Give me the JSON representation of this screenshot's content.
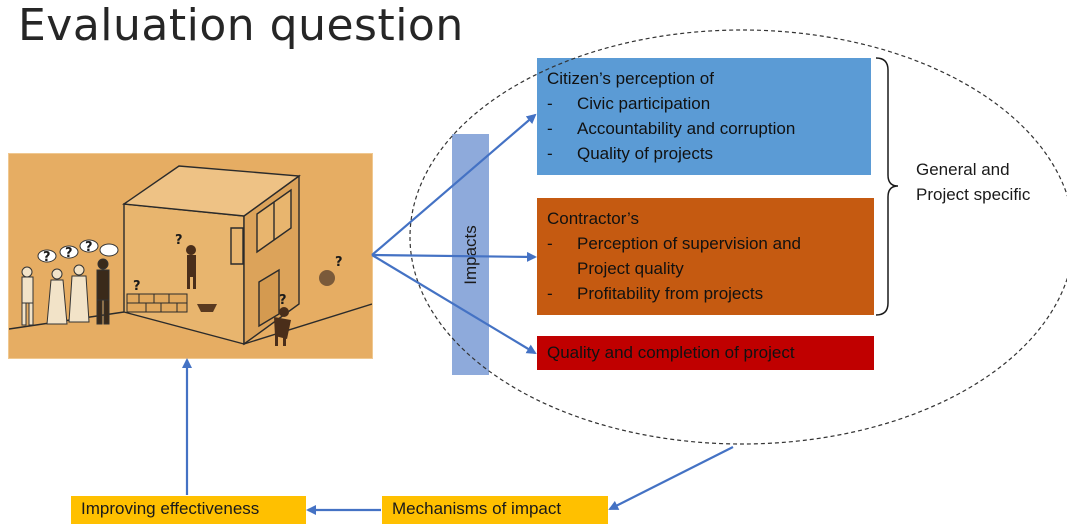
{
  "title": "Evaluation question",
  "impacts_label": "Impacts",
  "citizen_box": {
    "heading": "Citizen’s perception of",
    "items": [
      "Civic participation",
      "Accountability and corruption",
      "Quality of projects"
    ]
  },
  "contractor_box": {
    "heading": "Contractor’s",
    "item1_line1": "Perception of supervision and",
    "item1_line2": "Project quality",
    "item2": "Profitability from projects"
  },
  "quality_box": "Quality and completion of project",
  "bracket_label": {
    "line1": "General and",
    "line2": "Project specific"
  },
  "mechanisms_label": "Mechanisms of impact",
  "improving_label": "Improving effectiveness",
  "bullet": "-",
  "colors": {
    "citizen": "#5b9bd5",
    "contractor": "#c55a11",
    "quality": "#c00000",
    "impacts": "#8eaadb",
    "yellow": "#ffc000",
    "illustration_bg": "#e6ad63",
    "arrow": "#4472c4"
  }
}
